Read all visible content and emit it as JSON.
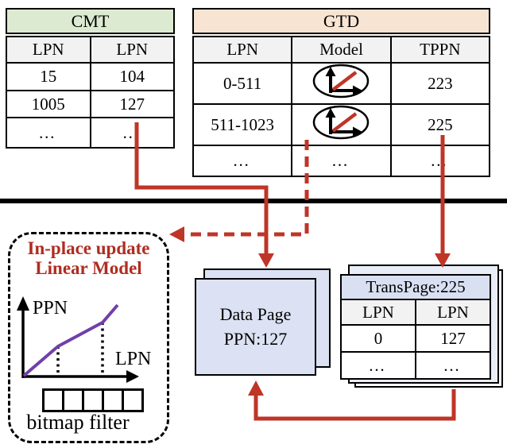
{
  "colors": {
    "arrow_red": "#bf3527",
    "accent_text_red": "#b02c20",
    "model_purple": "#7040a8",
    "cmt_header_green": "#dcead2",
    "gtd_header_peach": "#f8e4d3",
    "column_header_gray": "#f2f2f2",
    "page_fill_blue": "#dce2f3",
    "transpage_header_blue": "#d9e0f2"
  },
  "cmt": {
    "title": "CMT",
    "headers": [
      "LPN",
      "LPN"
    ],
    "rows": [
      [
        "15",
        "104"
      ],
      [
        "1005",
        "127"
      ],
      [
        "…",
        "…"
      ]
    ]
  },
  "gtd": {
    "title": "GTD",
    "headers": [
      "LPN",
      "Model",
      "TPPN"
    ],
    "model_icon": "linear-model-icon",
    "rows": [
      [
        "0-511",
        "linear-model-icon",
        "223"
      ],
      [
        "511-1023",
        "linear-model-icon",
        "225"
      ],
      [
        "…",
        "…",
        "…"
      ]
    ]
  },
  "inplace": {
    "title_line1": "In-place update",
    "title_line2": "Linear Model",
    "plot": {
      "y_label": "PPN",
      "x_label": "LPN"
    },
    "bitmap_label": "bitmap filter",
    "bitmap_cells": 5
  },
  "data_page": {
    "line1": "Data Page",
    "line2": "PPN:127"
  },
  "trans_page": {
    "title": "TransPage:225",
    "headers": [
      "LPN",
      "LPN"
    ],
    "rows": [
      [
        "0",
        "127"
      ],
      [
        "…",
        "…"
      ]
    ]
  }
}
